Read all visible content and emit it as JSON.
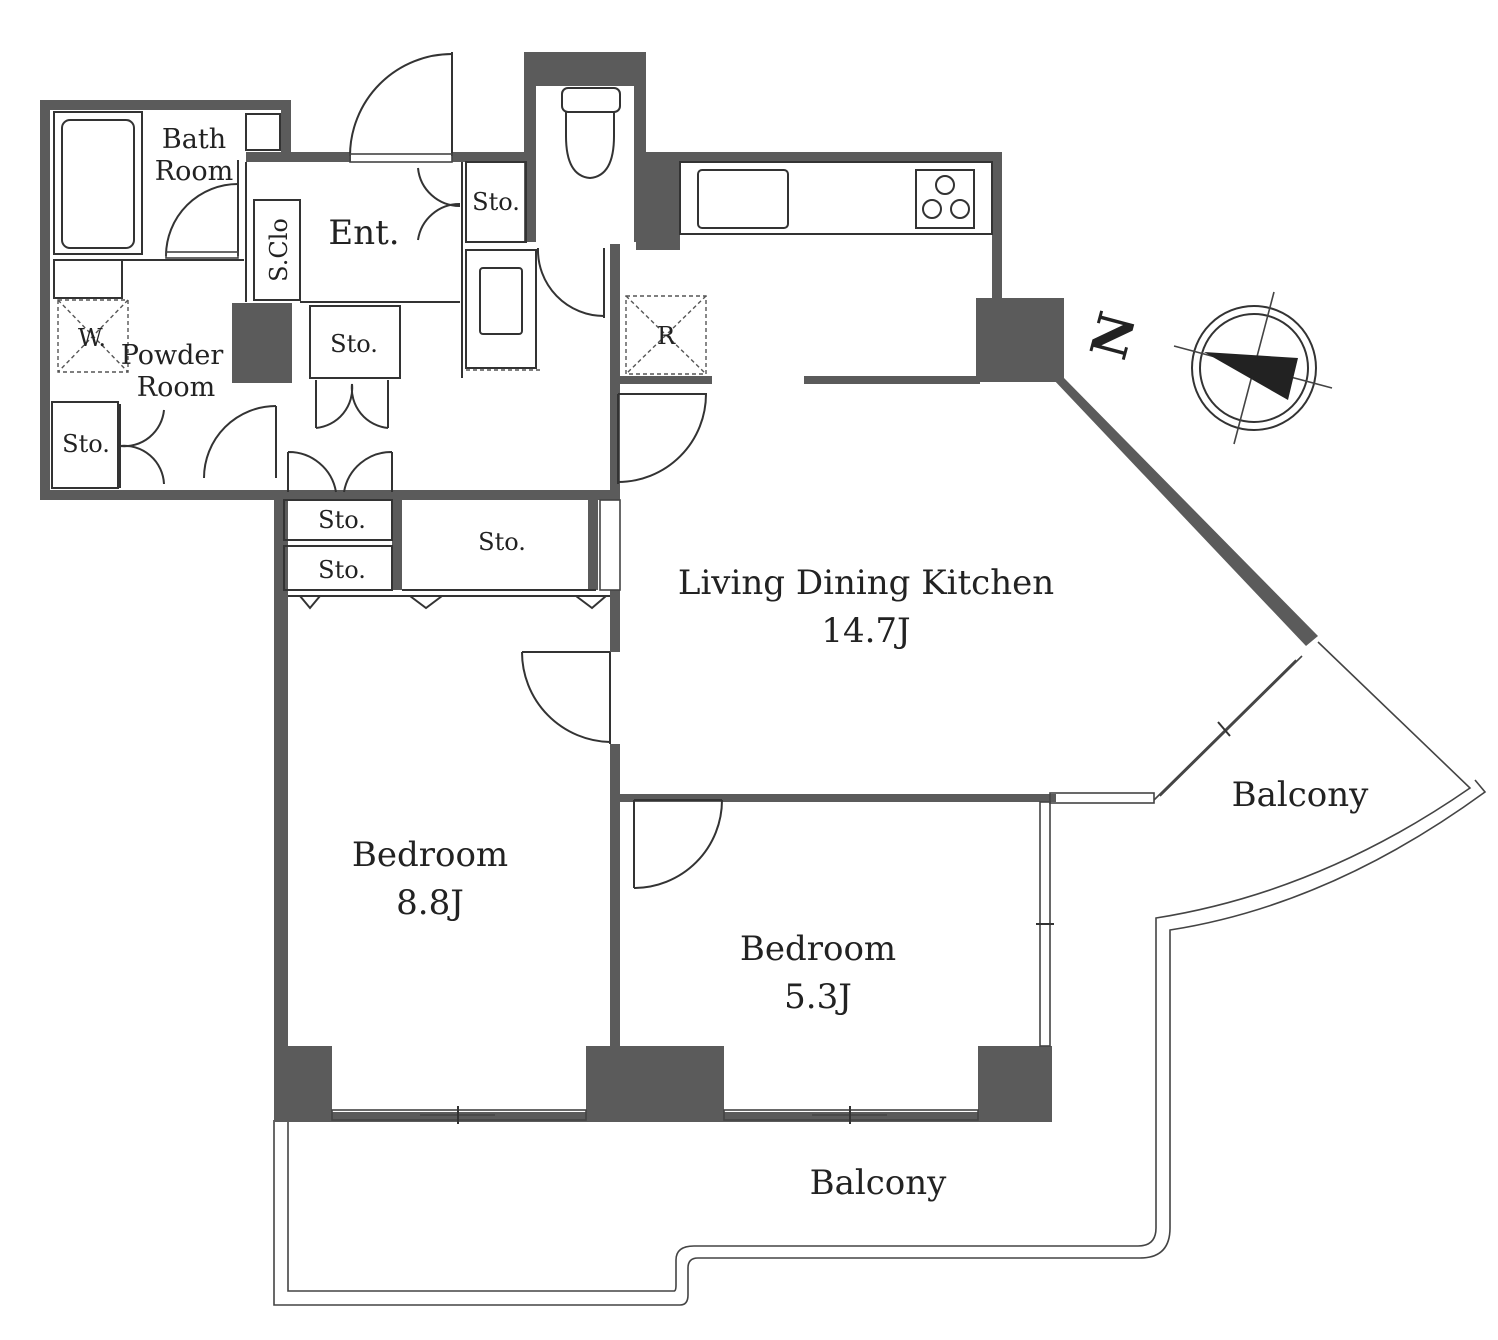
{
  "rooms": {
    "ldk_name": "Living Dining Kitchen",
    "ldk_size": "14.7J",
    "bedroom1_name": "Bedroom",
    "bedroom1_size": "8.8J",
    "bedroom2_name": "Bedroom",
    "bedroom2_size": "5.3J",
    "balcony_east": "Balcony",
    "balcony_south": "Balcony",
    "bath_line1": "Bath",
    "bath_line2": "Room",
    "powder_line1": "Powder",
    "powder_line2": "Room",
    "entrance": "Ent.",
    "shoe_closet": "S.Clo",
    "washer": "W.",
    "fridge": "R",
    "storage": "Sto."
  },
  "compass": {
    "north_label": "N"
  },
  "colors": {
    "wall": "#5b5b5b",
    "line": "#333333",
    "background": "#ffffff"
  }
}
